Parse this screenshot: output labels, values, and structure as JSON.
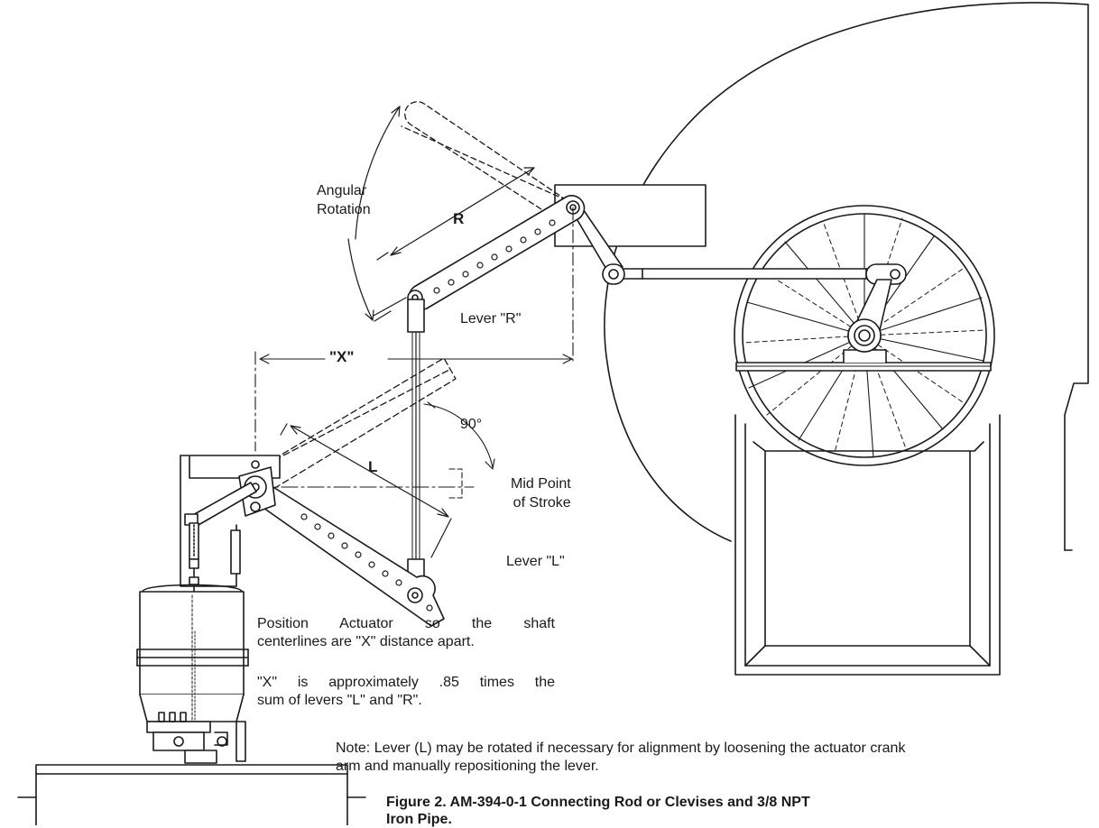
{
  "labels": {
    "angular_rotation": "Angular\nRotation",
    "r": "R",
    "lever_r": "Lever \"R\"",
    "x": "\"X\"",
    "ninety": "90°",
    "l": "L",
    "mid_point": "Mid Point\nof Stroke",
    "lever_l": "Lever \"L\""
  },
  "instructions": {
    "position_line1": "Position Actuator so the shaft",
    "position_line2": "centerlines are \"X\" distance apart.",
    "approx_line1": "\"X\" is approximately .85 times the",
    "approx_line2": "sum of levers \"L\" and \"R\".",
    "note_line1": "Note: Lever (L) may be rotated if necessary for alignment by loosening the actuator crank",
    "note_line2": "arm and manually repositioning the lever."
  },
  "caption": {
    "line1": "Figure 2. AM-394-0-1 Connecting Rod or Clevises and 3/8 NPT",
    "line2": "Iron Pipe."
  }
}
